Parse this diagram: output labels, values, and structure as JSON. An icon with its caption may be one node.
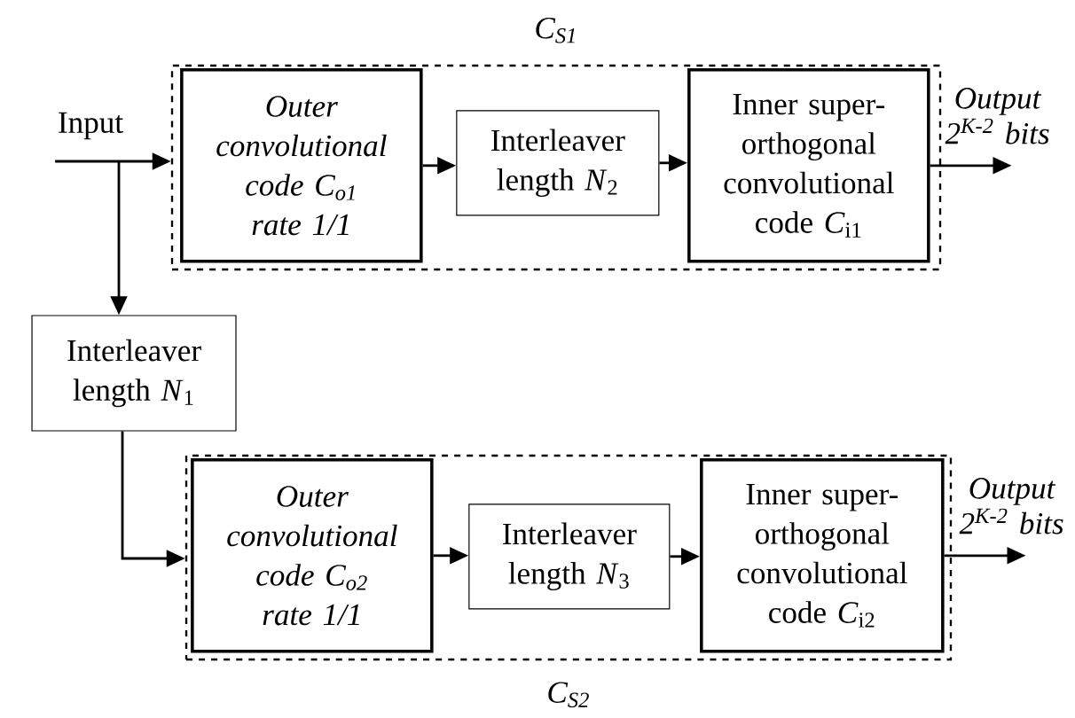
{
  "diagram": {
    "nodes": [
      {
        "text": [
          "C$_{S1}$"
        ]
      },
      {
        "text": [
          "Outer convolutional code C$_{o1}$ rate 1/1"
        ],
        "in": 0
      },
      {
        "text": [
          "Interleaver length *N*$_{2}$"
        ],
        "in": 0
      },
      {
        "text": [
          "Inner super-orthogonal convolutional code *C*$_{i1}$"
        ],
        "in": 0
      },
      {
        "text": [
          "Input"
        ]
      },
      {
        "text": [
          "Interleaver length *N*$_{1}$"
        ]
      },
      {
        "text": [
          "C$_{S2}$"
        ]
      },
      {
        "text": [
          "Outer convolutional code C$_{o2}$ rate 1/1"
        ],
        "in": 6
      },
      {
        "text": [
          "Interleaver length *N*$_{3}$"
        ],
        "in": 6
      },
      {
        "text": [
          "Inner super-orthogonal convolutional code *C*$_{i2}$"
        ],
        "in": 6
      }
    ],
    "edges": [
      {
        "from": 4,
        "to": 0,
        "arrow": "to"
      },
      {
        "from": 1,
        "to": 2,
        "arrow": "to"
      },
      {
        "from": 2,
        "to": 3,
        "arrow": "to"
      },
      {
        "from": 3,
        "to": null,
        "arrow": "to",
        "label": "Output 2$^{K-2}$ bits"
      },
      {
        "from": 4,
        "to": 5,
        "arrow": "to"
      },
      {
        "from": 5,
        "to": 6,
        "arrow": "to"
      },
      {
        "from": 7,
        "to": 8,
        "arrow": "to"
      },
      {
        "from": 8,
        "to": 9,
        "arrow": "to"
      },
      {
        "from": 9,
        "to": null,
        "arrow": "to",
        "label": "Output 2$^{K-2}$ bits"
      }
    ]
  }
}
